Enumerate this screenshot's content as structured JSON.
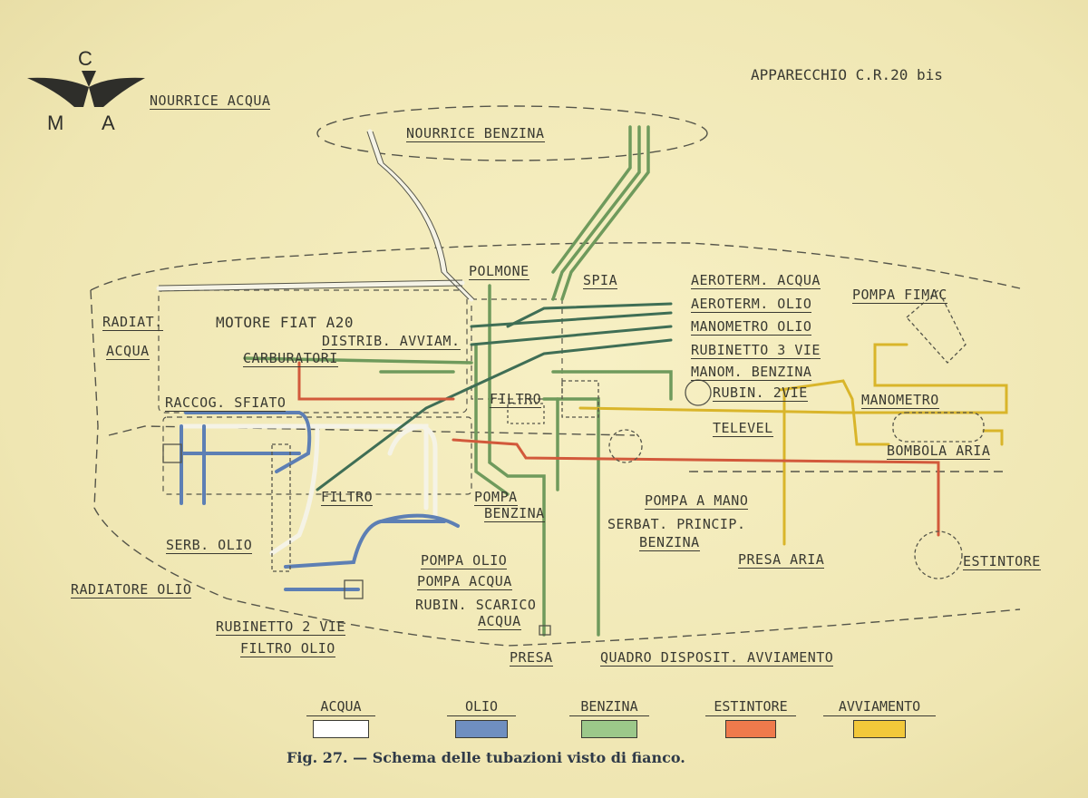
{
  "header": {
    "logo_top": "C",
    "logo_left": "M",
    "logo_right": "A",
    "aircraft": "APPARECCHIO C.R.20 bis"
  },
  "labels": {
    "nourrice_acqua": "NOURRICE ACQUA",
    "nourrice_benzina": "NOURRICE BENZINA",
    "polmone": "POLMONE",
    "spia": "SPIA",
    "aeroterm_acqua": "AEROTERM. ACQUA",
    "aeroterm_olio": "AEROTERM. OLIO",
    "manometro_olio": "MANOMETRO OLIO",
    "rubinetto_3_vie": "RUBINETTO 3 VIE",
    "manom_benzina": "MANOM. BENZINA",
    "rubin_2_vie": "RUBIN. 2VIE",
    "televel": "TELEVEL",
    "pompa_fimac": "POMPA FIMAC",
    "manometro": "MANOMETRO",
    "bombola_aria": "BOMBOLA ARIA",
    "radiat": "RADIAT.",
    "acqua": "ACQUA",
    "motore": "MOTORE FIAT A20",
    "distrib": "DISTRIB. AVVIAM.",
    "carburatori": "CARBURATORI",
    "filtro_top": "FILTRO",
    "raccog": "RACCOG. SFIATO",
    "filtro_mid": "FILTRO",
    "pompa_benzina_1": "POMPA",
    "pompa_benzina_2": "BENZINA",
    "pompa_a_mano": "POMPA A MANO",
    "serbat_1": "SERBAT. PRINCIP.",
    "serbat_2": "BENZINA",
    "serb_olio": "SERB. OLIO",
    "pompa_olio": "POMPA OLIO",
    "pompa_acqua": "POMPA ACQUA",
    "presa_aria": "PRESA ARIA",
    "estintore": "ESTINTORE",
    "radiatore_olio": "RADIATORE OLIO",
    "rubin_scarico_1": "RUBIN. SCARICO",
    "rubin_scarico_2": "ACQUA",
    "rubinetto_2_vie": "RUBINETTO 2 VIE",
    "filtro_olio": "FILTRO OLIO",
    "presa": "PRESA",
    "quadro": "QUADRO DISPOSIT. AVVIAMENTO"
  },
  "legend": [
    {
      "label": "ACQUA",
      "color": "#ffffff"
    },
    {
      "label": "OLIO",
      "color": "#6f8fc0"
    },
    {
      "label": "BENZINA",
      "color": "#9cc88a"
    },
    {
      "label": "ESTINTORE",
      "color": "#ef7a4c"
    },
    {
      "label": "AVVIAMENTO",
      "color": "#f2c83a"
    }
  ],
  "caption": "Fig. 27. — Schema delle tubazioni visto di fianco.",
  "colors": {
    "acqua": "#e8e6d8",
    "olio": "#5d7fb4",
    "benzina": "#6f9a5c",
    "benzina_dark": "#3f6e55",
    "estintore": "#d2593b",
    "avviamento": "#d9b52a",
    "ink": "#3a3a32"
  }
}
